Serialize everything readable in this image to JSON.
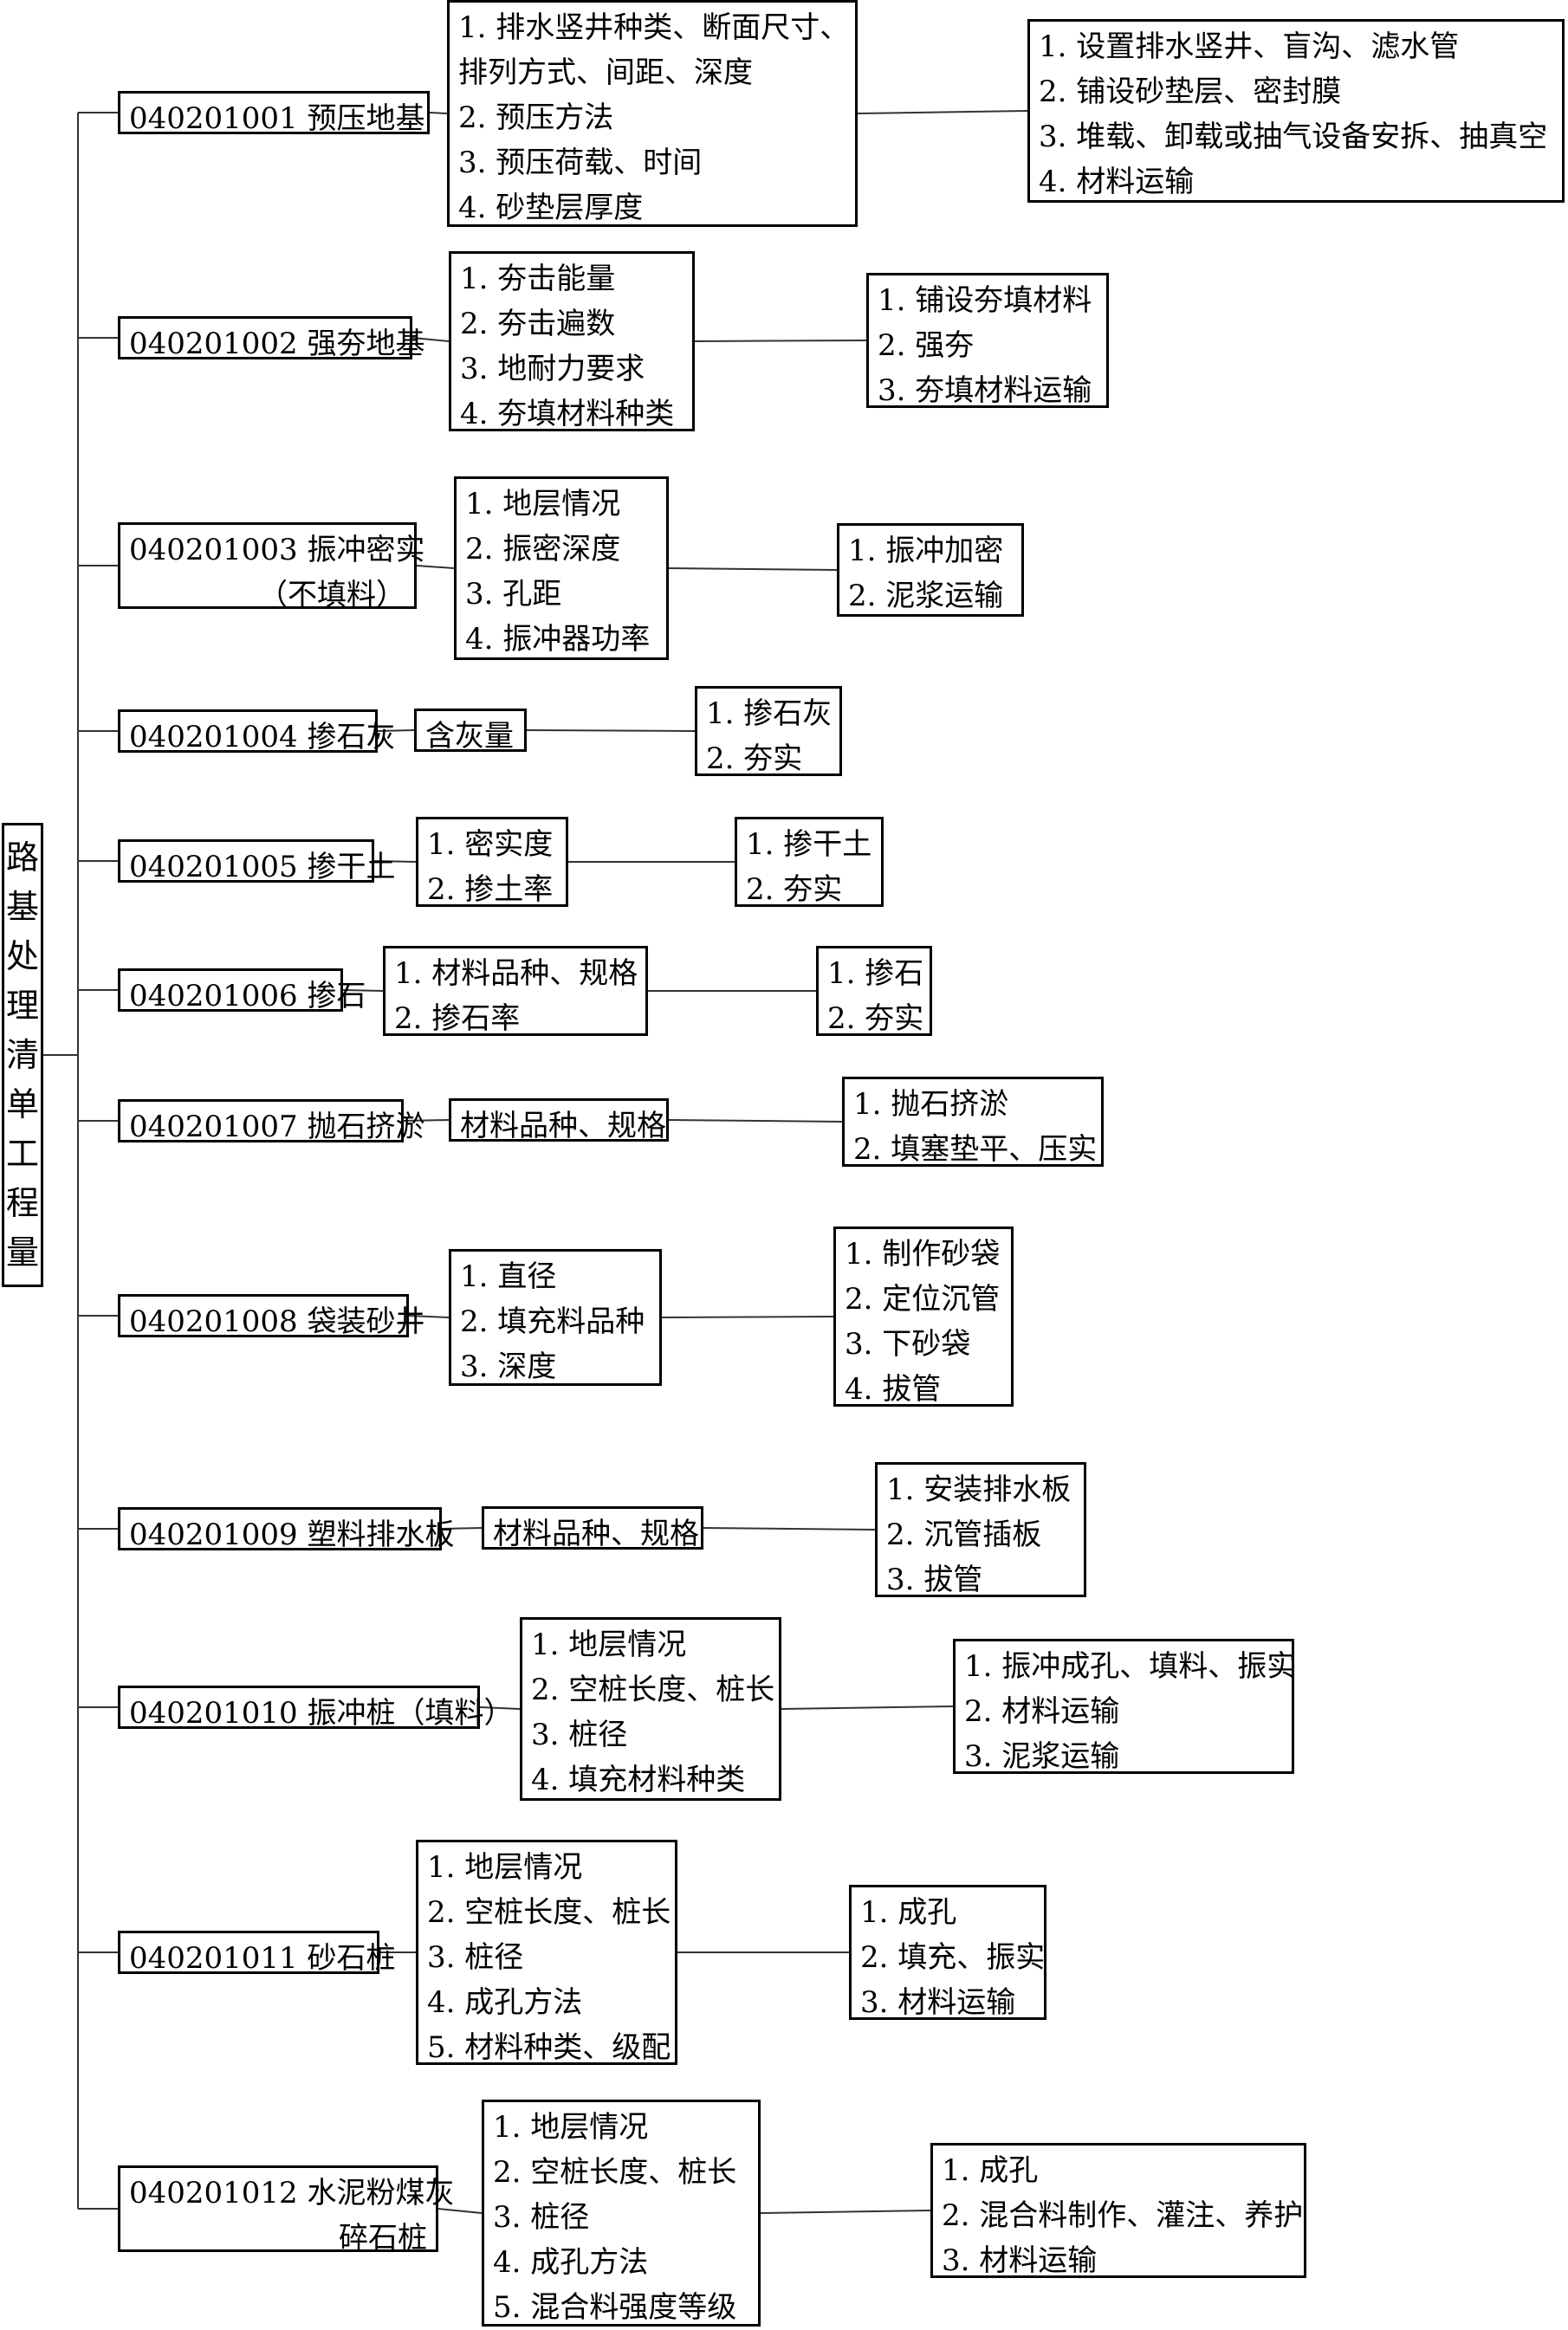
{
  "root": [
    "路",
    "基",
    "处",
    "理",
    "清",
    "单",
    "工",
    "程",
    "量"
  ],
  "items": [
    {
      "code": [
        "040201001 预压地基"
      ],
      "features": [
        "1. 排水竖井种类、断面尺寸、",
        "排列方式、间距、深度",
        "2. 预压方法",
        "3. 预压荷载、时间",
        "4. 砂垫层厚度"
      ],
      "works": [
        "1. 设置排水竖井、盲沟、滤水管",
        "2. 铺设砂垫层、密封膜",
        "3. 堆载、卸载或抽气设备安拆、抽真空",
        "4. 材料运输"
      ]
    },
    {
      "code": [
        "040201002 强夯地基"
      ],
      "features": [
        "1. 夯击能量",
        "2. 夯击遍数",
        "3. 地耐力要求",
        "4. 夯填材料种类"
      ],
      "works": [
        "1. 铺设夯填材料",
        "2. 强夯",
        "3. 夯填材料运输"
      ]
    },
    {
      "code": [
        "040201003 振冲密实",
        "（不填料）"
      ],
      "features": [
        "1. 地层情况",
        "2. 振密深度",
        "3. 孔距",
        "4. 振冲器功率"
      ],
      "works": [
        "1. 振冲加密",
        "2. 泥浆运输"
      ]
    },
    {
      "code": [
        "040201004 掺石灰"
      ],
      "features": [
        "含灰量"
      ],
      "works": [
        "1. 掺石灰",
        "2. 夯实"
      ]
    },
    {
      "code": [
        "040201005 掺干土"
      ],
      "features": [
        "1. 密实度",
        "2. 掺土率"
      ],
      "works": [
        "1. 掺干土",
        "2. 夯实"
      ]
    },
    {
      "code": [
        "040201006 掺石"
      ],
      "features": [
        "1. 材料品种、规格",
        "2. 掺石率"
      ],
      "works": [
        "1. 掺石",
        "2. 夯实"
      ]
    },
    {
      "code": [
        "040201007 抛石挤淤"
      ],
      "features": [
        "材料品种、规格"
      ],
      "works": [
        "1. 抛石挤淤",
        "2. 填塞垫平、压实"
      ]
    },
    {
      "code": [
        "040201008 袋装砂井"
      ],
      "features": [
        "1. 直径",
        "2. 填充料品种",
        "3. 深度"
      ],
      "works": [
        "1. 制作砂袋",
        "2. 定位沉管",
        "3. 下砂袋",
        "4. 拔管"
      ]
    },
    {
      "code": [
        "040201009 塑料排水板"
      ],
      "features": [
        "材料品种、规格"
      ],
      "works": [
        "1. 安装排水板",
        "2. 沉管插板",
        "3. 拔管"
      ]
    },
    {
      "code": [
        "040201010 振冲桩（填料）"
      ],
      "features": [
        "1. 地层情况",
        "2. 空桩长度、桩长",
        "3. 桩径",
        "4. 填充材料种类"
      ],
      "works": [
        "1. 振冲成孔、填料、振实",
        "2. 材料运输",
        "3. 泥浆运输"
      ]
    },
    {
      "code": [
        "040201011 砂石桩"
      ],
      "features": [
        "1. 地层情况",
        "2. 空桩长度、桩长",
        "3. 桩径",
        "4. 成孔方法",
        "5. 材料种类、级配"
      ],
      "works": [
        "1. 成孔",
        "2. 填充、振实",
        "3. 材料运输"
      ]
    },
    {
      "code": [
        "040201012 水泥粉煤灰",
        "碎石桩"
      ],
      "features": [
        "1. 地层情况",
        "2. 空桩长度、桩长",
        "3. 桩径",
        "4. 成孔方法",
        "5. 混合料强度等级"
      ],
      "works": [
        "1. 成孔",
        "2. 混合料制作、灌注、养护",
        "3. 材料运输"
      ]
    }
  ]
}
